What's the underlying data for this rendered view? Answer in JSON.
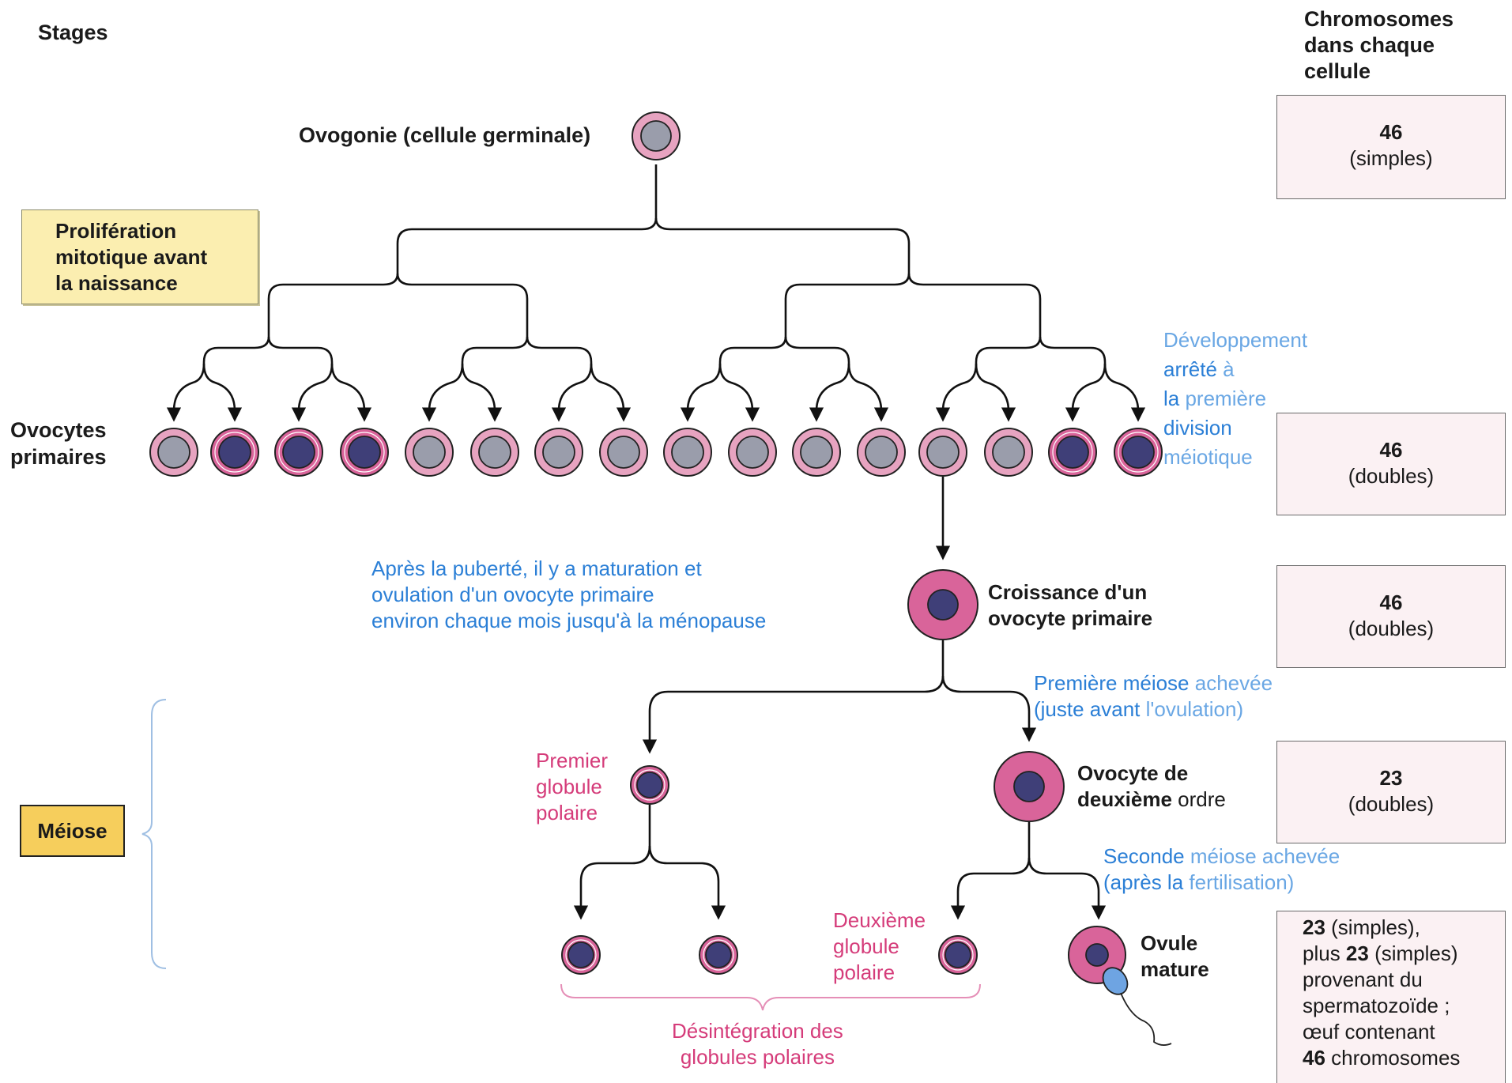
{
  "stages_label": "Stages",
  "chrom_header": [
    "Chromosomes",
    "dans chaque",
    "cellule"
  ],
  "prolif_box": [
    "Prolifération",
    "mitotique avant",
    "la naissance"
  ],
  "meiose_box": "Méiose",
  "ovogonie_label": "Ovogonie (cellule germinale)",
  "ovocytes_primaires_label": [
    "Ovocytes",
    "primaires"
  ],
  "arrest_note": {
    "lines": [
      [
        {
          "t": "Développement",
          "c": "lblue"
        }
      ],
      [
        {
          "t": "arrêté ",
          "c": "blue"
        },
        {
          "t": "à",
          "c": "lblue"
        }
      ],
      [
        {
          "t": "la ",
          "c": "blue"
        },
        {
          "t": "première",
          "c": "lblue"
        }
      ],
      [
        {
          "t": "division",
          "c": "blue"
        }
      ],
      [
        {
          "t": "méiotique",
          "c": "lblue"
        }
      ]
    ]
  },
  "puberty_note": [
    "Après la puberté, il y a maturation et",
    "ovulation d'un ovocyte primaire",
    "environ chaque mois jusqu'à la ménopause"
  ],
  "croissance_label": [
    "Croissance d'un",
    "ovocyte primaire"
  ],
  "first_meiosis_note": {
    "lines": [
      [
        {
          "t": "Première méiose ",
          "c": "blue"
        },
        {
          "t": "achevée",
          "c": "lblue"
        }
      ],
      [
        {
          "t": "(juste avant ",
          "c": "blue"
        },
        {
          "t": "l'ovulation)",
          "c": "lblue"
        }
      ]
    ]
  },
  "premier_globule_label": [
    "Premier",
    "globule",
    "polaire"
  ],
  "ovocyte_2_label": {
    "line1": "Ovocyte de",
    "line2_bold": "deuxième",
    "line2_rest": " ordre"
  },
  "second_meiosis_note": {
    "lines": [
      [
        {
          "t": "Seconde ",
          "c": "blue"
        },
        {
          "t": "méiose achevée",
          "c": "lblue"
        }
      ],
      [
        {
          "t": "(après la ",
          "c": "blue"
        },
        {
          "t": "fertilisation)",
          "c": "lblue"
        }
      ]
    ]
  },
  "deuxieme_globule_label": [
    "Deuxième",
    "globule",
    "polaire"
  ],
  "ovule_label": [
    "Ovule",
    "mature"
  ],
  "desintegration_label": [
    "Désintégration des",
    "globules polaires"
  ],
  "chrom_boxes": [
    {
      "num": "46",
      "desc": "(simples)"
    },
    {
      "num": "46",
      "desc": "(doubles)"
    },
    {
      "num": "46",
      "desc": "(doubles)"
    },
    {
      "num": "23",
      "desc": "(doubles)"
    }
  ],
  "chrom_box_last": [
    [
      {
        "t": "23",
        "b": true
      },
      {
        "t": " (simples),",
        "b": false
      }
    ],
    [
      {
        "t": "plus ",
        "b": false
      },
      {
        "t": "23",
        "b": true
      },
      {
        "t": " (simples)",
        "b": false
      }
    ],
    [
      {
        "t": "provenant du",
        "b": false
      }
    ],
    [
      {
        "t": "spermatozoïde ;",
        "b": false
      }
    ],
    [
      {
        "t": "œuf contenant",
        "b": false
      }
    ],
    [
      {
        "t": "46",
        "b": true
      },
      {
        "t": " chromosomes",
        "b": false
      }
    ]
  ],
  "primary_oocytes": [
    "light",
    "dark",
    "dark",
    "dark",
    "light",
    "light",
    "light",
    "light",
    "light",
    "light",
    "light",
    "light",
    "light",
    "light",
    "dark",
    "dark"
  ],
  "colors": {
    "cell_pink": "#e7a3c0",
    "cell_pink_strong": "#d9649a",
    "nucleus_grey": "#9a9dab",
    "nucleus_dark": "#3f3f78",
    "line": "#111111",
    "yellow_box": "#fbeeb0",
    "meiose_box": "#f6ce5c",
    "text_blue": "#2b7fd6",
    "text_pink": "#d53c7a"
  }
}
